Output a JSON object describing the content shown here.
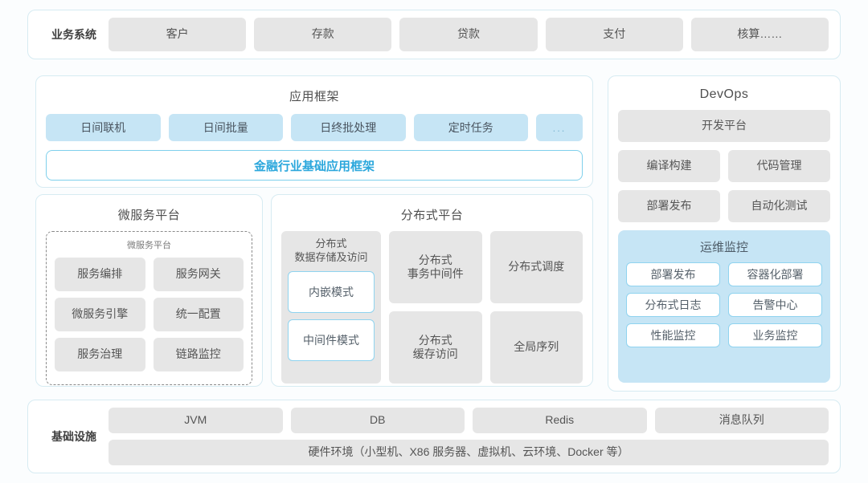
{
  "business_row": {
    "label": "业务系统",
    "items": [
      "客户",
      "存款",
      "贷款",
      "支付",
      "核算……"
    ]
  },
  "app_framework": {
    "title": "应用框架",
    "chips": [
      "日间联机",
      "日间批量",
      "日终批处理",
      "定时任务",
      "..."
    ],
    "framework_bar": "金融行业基础应用框架"
  },
  "microservice_platform": {
    "title": "微服务平台",
    "inner_title": "微服务平台",
    "items": [
      "服务编排",
      "服务网关",
      "微服务引擎",
      "统一配置",
      "服务治理",
      "链路监控"
    ]
  },
  "distributed_platform": {
    "title": "分布式平台",
    "left_card": {
      "title": "分布式\n数据存储及访问",
      "title_line1": "分布式",
      "title_line2": "数据存储及访问",
      "modes": [
        "内嵌模式",
        "中间件模式"
      ]
    },
    "right_items": [
      "分布式\n事务中间件",
      "分布式调度",
      "分布式\n缓存访问",
      "全局序列"
    ],
    "right_items_lines": [
      [
        "分布式",
        "事务中间件"
      ],
      [
        "分布式调度",
        ""
      ],
      [
        "分布式",
        "缓存访问"
      ],
      [
        "全局序列",
        ""
      ]
    ]
  },
  "devops": {
    "title": "DevOps",
    "platform": "开发平台",
    "items": [
      "编译构建",
      "代码管理",
      "部署发布",
      "自动化测试"
    ],
    "ops_monitoring": {
      "title": "运维监控",
      "items": [
        "部署发布",
        "容器化部署",
        "分布式日志",
        "告警中心",
        "性能监控",
        "业务监控"
      ]
    }
  },
  "infrastructure": {
    "label": "基础设施",
    "items": [
      "JVM",
      "DB",
      "Redis",
      "消息队列"
    ],
    "hardware": "硬件环境（小型机、X86 服务器、虚拟机、云环境、Docker 等）"
  },
  "colors": {
    "accent": "#2ba7dc",
    "chip_blue": "#c6e5f5",
    "chip_gray": "#e6e6e6",
    "panel_border": "#d6ebf2",
    "page_bg": "#fbfdfe"
  }
}
